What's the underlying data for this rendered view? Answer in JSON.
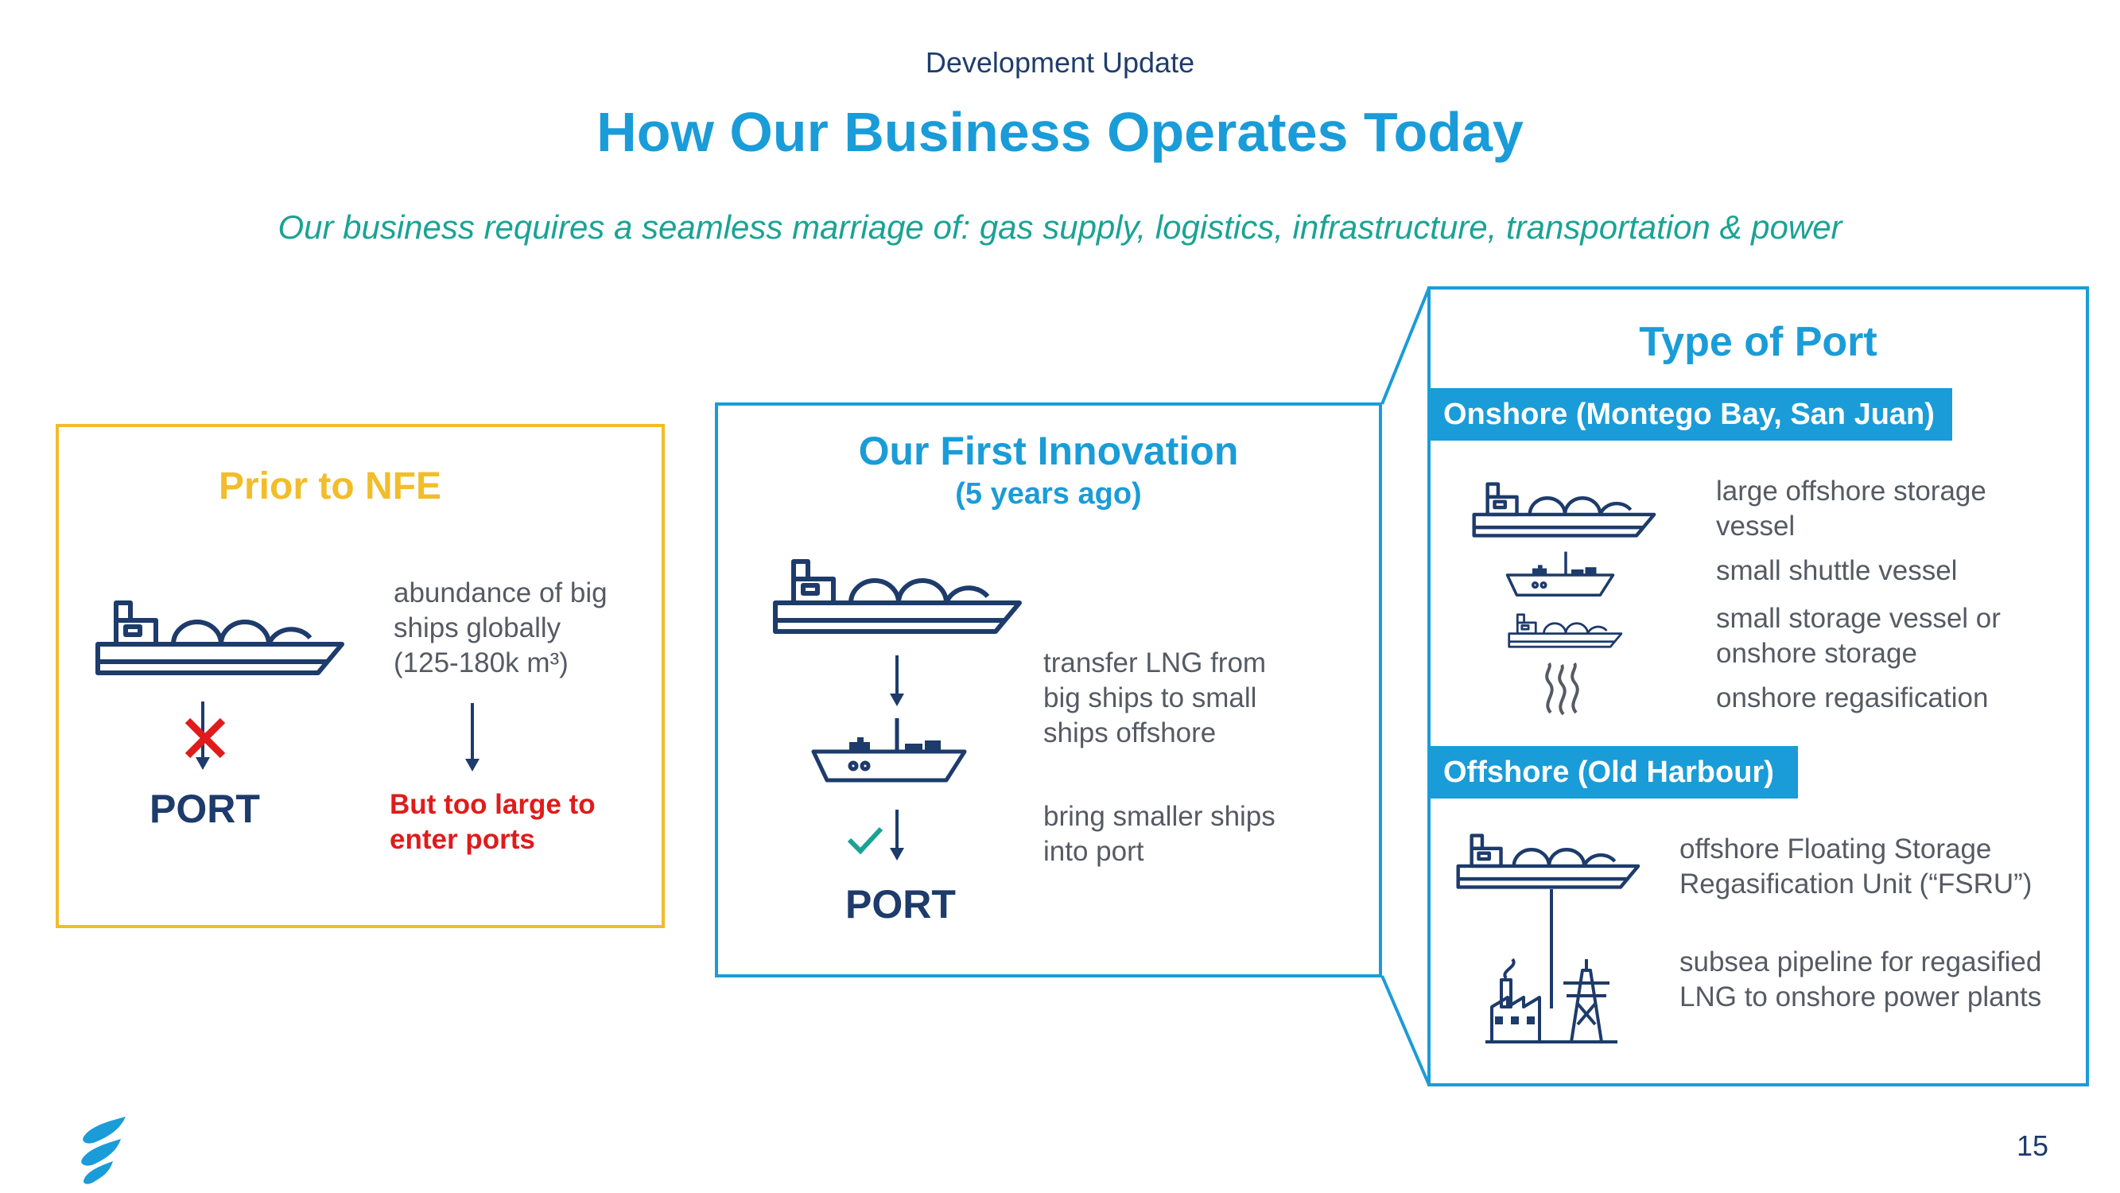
{
  "header": {
    "kicker": "Development Update",
    "title": "How Our Business Operates Today",
    "subtitle": "Our business requires a seamless marriage of: gas supply, logistics, infrastructure, transportation & power"
  },
  "prior": {
    "title": "Prior to NFE",
    "description_lines": [
      "abundance of big",
      "ships globally",
      "(125-180k m³)"
    ],
    "port_label": "PORT",
    "warning_lines": [
      "But too large to",
      "enter ports"
    ]
  },
  "first": {
    "title": "Our First Innovation",
    "subtitle": "(5 years ago)",
    "step1_lines": [
      "transfer LNG from",
      "big ships to small",
      "ships offshore"
    ],
    "step2_lines": [
      "bring smaller ships",
      "into port"
    ],
    "port_label": "PORT"
  },
  "type_of_port": {
    "title": "Type of Port",
    "onshore_tag": "Onshore (Montego Bay, San Juan)",
    "onshore_items": [
      {
        "lines": [
          "large offshore storage",
          "vessel"
        ],
        "icon": "large-ship-icon"
      },
      {
        "lines": [
          "small shuttle vessel"
        ],
        "icon": "shuttle-vessel-icon"
      },
      {
        "lines": [
          "small storage vessel or",
          "onshore storage"
        ],
        "icon": "small-storage-vessel-icon"
      },
      {
        "lines": [
          "onshore regasification"
        ],
        "icon": "regasification-icon"
      }
    ],
    "offshore_tag": "Offshore (Old Harbour)",
    "offshore_items": [
      {
        "lines": [
          "offshore Floating Storage",
          "Regasification Unit (“FSRU”)"
        ],
        "icon": "fsru-icon"
      },
      {
        "lines": [
          "subsea pipeline for regasified",
          "LNG to onshore power plants"
        ],
        "icon": "power-plant-icon"
      }
    ]
  },
  "footer": {
    "page_number": "15"
  },
  "colors": {
    "title_blue": "#1a9cd8",
    "subtitle_teal": "#1aa394",
    "navy": "#1d3b6b",
    "prior_yellow": "#f2bd2a",
    "warning_red": "#e01b1b",
    "check_teal": "#1aa394"
  }
}
